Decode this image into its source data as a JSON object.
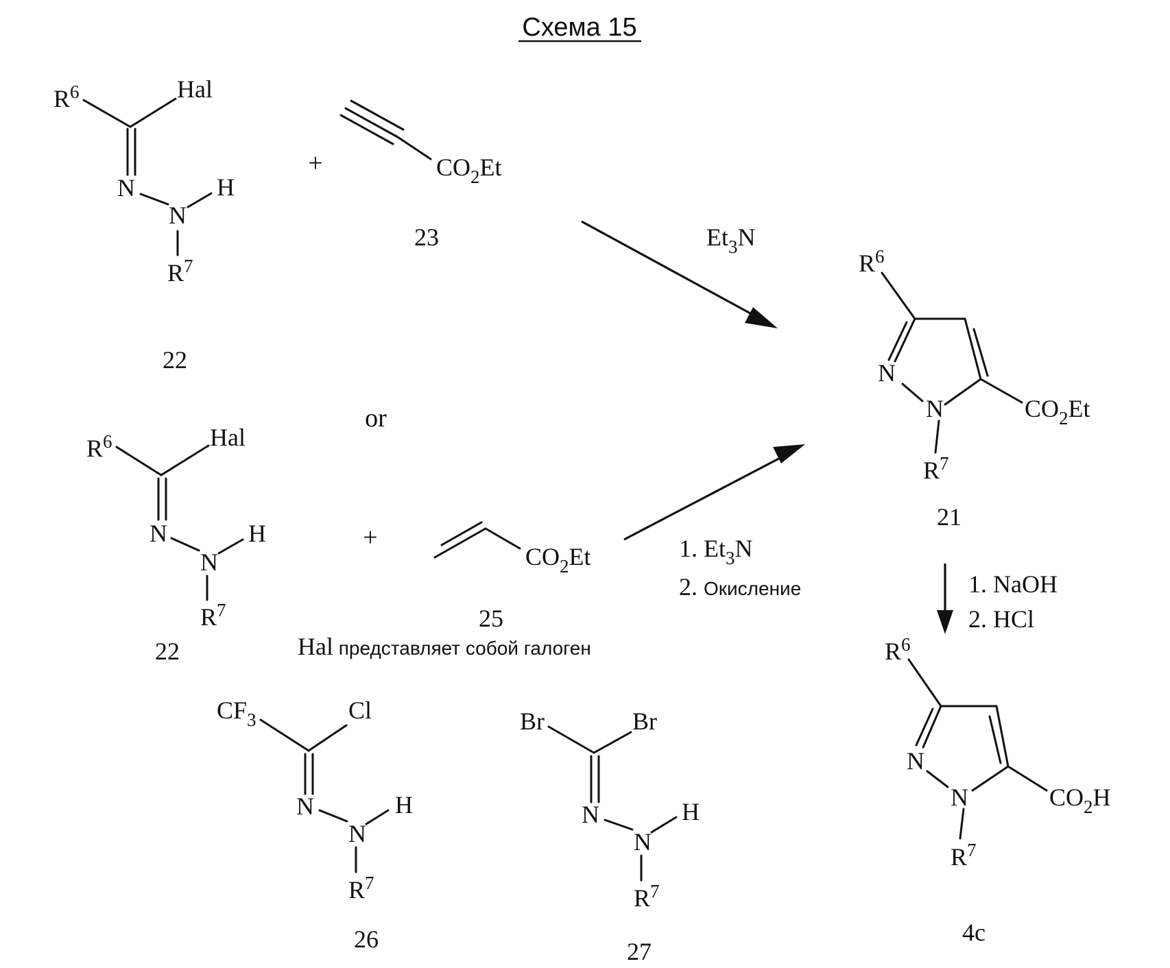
{
  "title": "Схема 15",
  "labels": {
    "R6": "R",
    "R6_sup": "6",
    "R7": "R",
    "R7_sup": "7",
    "Hal": "Hal",
    "N": "N",
    "H": "H",
    "CO2Et_a": "CO",
    "CO2Et_sub": "2",
    "CO2Et_b": "Et",
    "CO2H_a": "CO",
    "CO2H_sub": "2",
    "CO2H_b": "H",
    "CF3_a": "CF",
    "CF3_sub": "3",
    "Cl": "Cl",
    "Br": "Br",
    "plus": "+",
    "or": "or"
  },
  "compounds": {
    "c22": "22",
    "c23": "23",
    "c25": "25",
    "c21": "21",
    "c4c": "4c",
    "c26": "26",
    "c27": "27"
  },
  "reagents": {
    "top_a": "Et",
    "top_sub": "3",
    "top_b": "N",
    "step1_num": "1. ",
    "step1_a": "Et",
    "step1_sub": "3",
    "step1_b": "N",
    "step2_num": "2. ",
    "step2_text": "Окисление",
    "hydrolysis_1": "1. NaOH",
    "hydrolysis_2": "2. HCl"
  },
  "footnote": {
    "prefix": "Hal",
    "text": " представляет собой галоген"
  }
}
